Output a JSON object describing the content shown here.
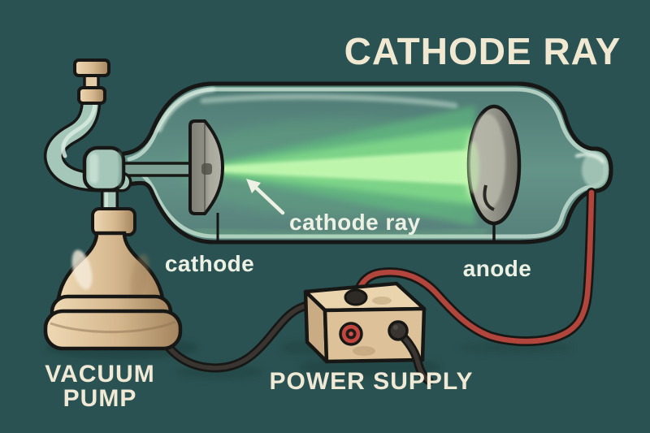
{
  "title": "CATHODE RAY",
  "diagram": {
    "beam_label": "cathode ray",
    "cathode_label": "cathode",
    "anode_label": "anode",
    "vacuum_pump_label_line1": "VACUUM",
    "vacuum_pump_label_line2": "PUMP",
    "power_supply_label": "POWER SUPPLY"
  },
  "colors": {
    "background": "#2b5252",
    "outline": "#171815",
    "title_text": "#f1e8d2",
    "label_text": "#ecf1e4",
    "caps_text": "#efe9d6",
    "glass_rim": "#bad6c9",
    "glass_light": "#a5c7b9",
    "glass_top": "#4d7973",
    "glass_mid": "#649388",
    "glass_bottom": "#567f7a",
    "beam_core": "#c6f9b2",
    "beam_mid": "#8feb8d",
    "beam_glow": "#63c97f",
    "electrode_light": "#b2b2a6",
    "electrode_mid": "#8f8f85",
    "electrode_dark": "#6e6e64",
    "rod_green": "#7fa196",
    "brass_light": "#eed9b4",
    "brass_mid": "#d4b68d",
    "brass_dark": "#a2835d",
    "box_top": "#e9d4ae",
    "box_front": "#dcc199",
    "box_side": "#c9ac83",
    "wire_red": "#b2453c",
    "wire_dark": "#3a3531",
    "shadow": "#1d3e3d"
  }
}
